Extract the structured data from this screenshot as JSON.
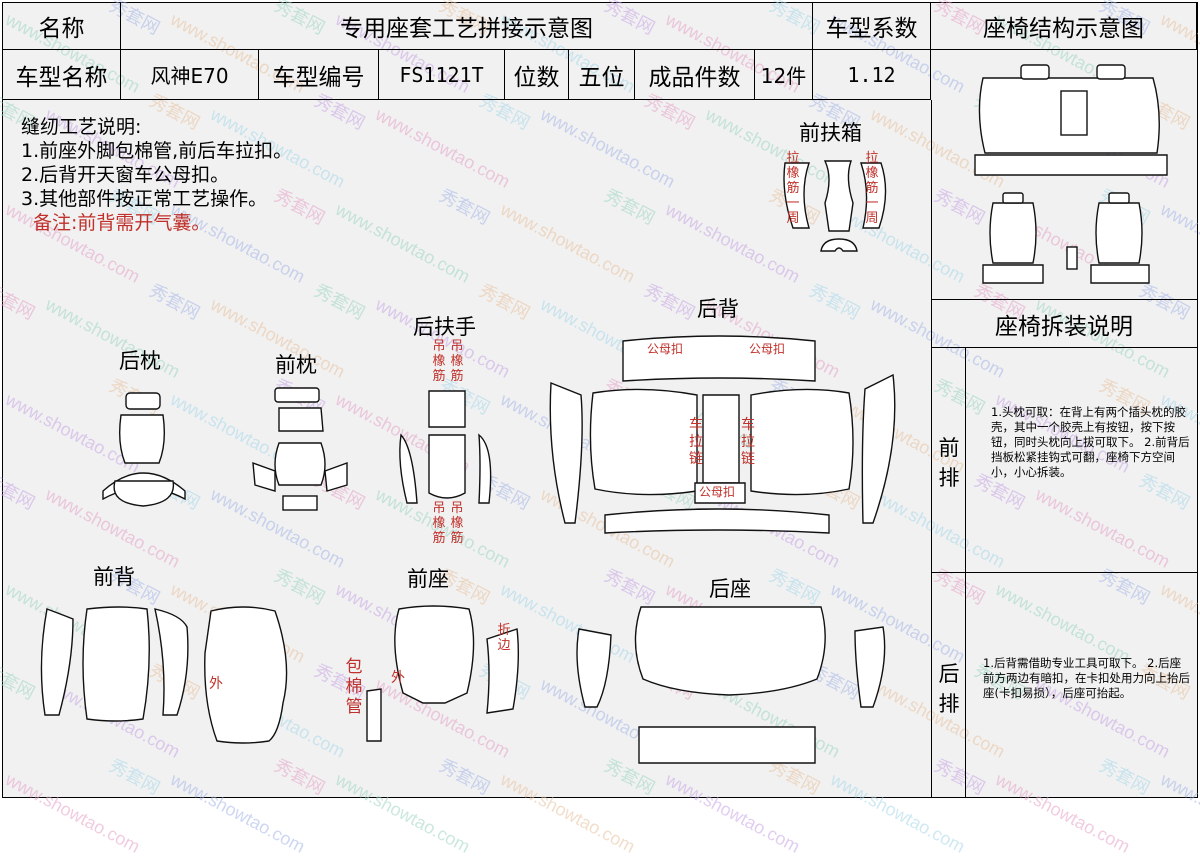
{
  "header": {
    "name_label": "名称",
    "title": "专用座套工艺拼接示意图",
    "coef_label": "车型系数",
    "struct_title": "座椅结构示意图"
  },
  "info": {
    "model_name_label": "车型名称",
    "model_name": "风神E70",
    "model_no_label": "车型编号",
    "model_no": "FS1121T",
    "seats_label": "位数",
    "seats": "五位",
    "pieces_label": "成品件数",
    "pieces": "12件",
    "coef": "1.12"
  },
  "notes": {
    "title": "缝纫工艺说明:",
    "items": [
      "1.前座外脚包棉管,前后车拉扣。",
      "2.后背开天窗车公母扣。",
      "3.其他部件按正常工艺操作。"
    ],
    "remark": "备注:前背需开气囊。"
  },
  "parts": {
    "front_armrest_box": "前扶箱",
    "rear_armrest": "后扶手",
    "rear_back": "后背",
    "rear_headrest": "后枕",
    "front_headrest": "前枕",
    "front_back": "前背",
    "front_seat": "前座",
    "rear_seat": "后座"
  },
  "marks": {
    "zipper_loop": "拉橡筋一周",
    "hang_elastic": "吊橡筋",
    "snap": "公母扣",
    "car_zipper": "车拉链",
    "outer": "外",
    "wrap_tube": "包棉管",
    "fold_edge": "折边"
  },
  "side": {
    "disassembly_title": "座椅拆装说明",
    "front_label": "前排",
    "front_text": "1.头枕可取：在背上有两个插头枕的胶壳，其中一个胶壳上有按钮，按下按钮，同时头枕向上拔可取下。 2.前背后挡板松紧挂钩式可翻，座椅下方空间小，小心拆装。",
    "rear_label": "后排",
    "rear_text": "1.后背需借助专业工具可取下。 2.后座前方两边有暗扣，在卡扣处用力向上抬后座(卡扣易损），后座可抬起。"
  },
  "watermark": {
    "cn": "秀套网",
    "url": "www.showtao.com"
  }
}
